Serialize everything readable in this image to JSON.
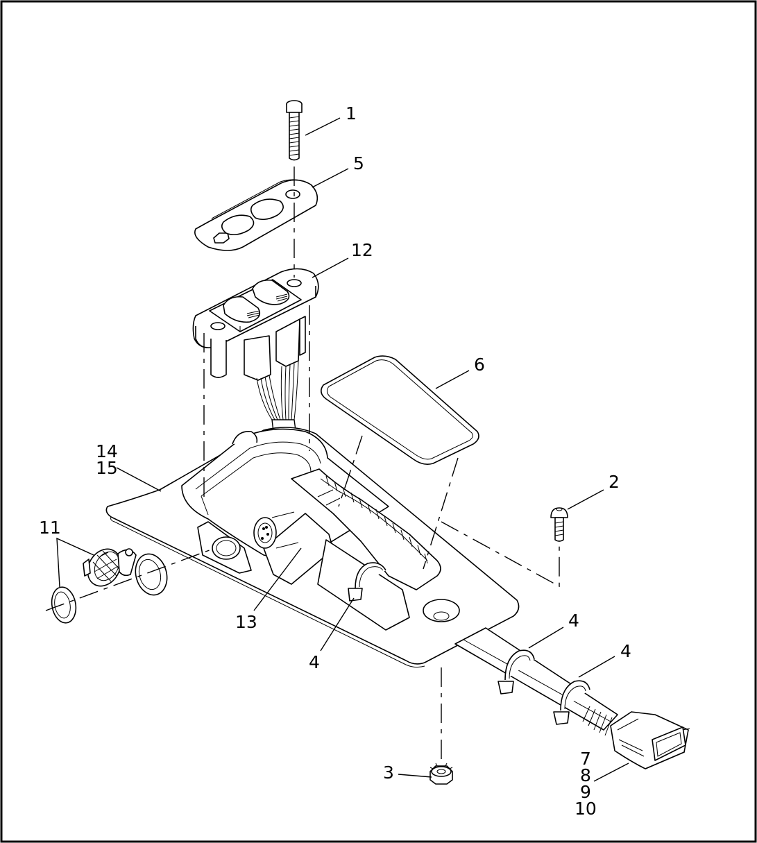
{
  "callouts": {
    "c1": "1",
    "c5": "5",
    "c12": "12",
    "c6": "6",
    "c14": "14",
    "c15": "15",
    "c2": "2",
    "c11": "11",
    "c13": "13",
    "c4a": "4",
    "c4b": "4",
    "c4c": "4",
    "c3": "3",
    "c7": "7",
    "c8": "8",
    "c9": "9",
    "c10": "10"
  }
}
